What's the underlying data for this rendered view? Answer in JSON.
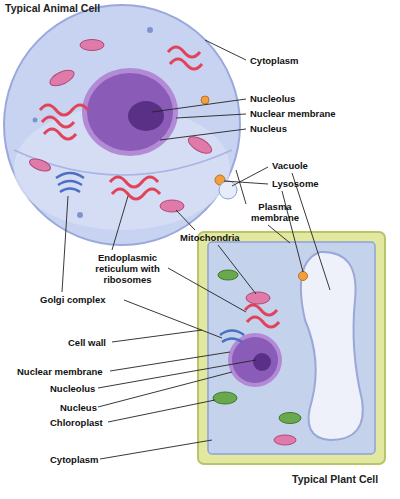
{
  "diagram": {
    "labels": [
      "Typical Animal Cell",
      "Cytoplasm",
      "Nucleolus",
      "Nuclear membrane",
      "Nucleus",
      "Vacuole",
      "Lysosome",
      "Plasma membrane",
      "Mitochondria",
      "Endoplasmic reticulum with ribosomes",
      "Golgi complex",
      "Cell wall",
      "Nuclear membrane",
      "Nucleolus",
      "Nucleus",
      "Chloroplast",
      "Cytoplasm",
      "Typical Plant Cell"
    ]
  }
}
